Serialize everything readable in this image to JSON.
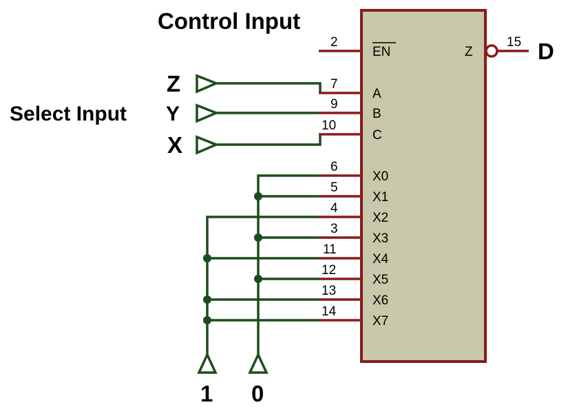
{
  "labels": {
    "control_input": "Control Input",
    "select_input": "Select Input",
    "output": "D",
    "const_high": "1",
    "const_low": "0"
  },
  "select_lines": [
    {
      "name": "Z",
      "pin": "7",
      "port": "A"
    },
    {
      "name": "Y",
      "pin": "9",
      "port": "B"
    },
    {
      "name": "X",
      "pin": "10",
      "port": "C"
    }
  ],
  "enable": {
    "pin": "2",
    "port": "EN"
  },
  "output_pin": {
    "pin": "15",
    "port": "Z"
  },
  "data_inputs": [
    {
      "pin": "6",
      "port": "X0"
    },
    {
      "pin": "5",
      "port": "X1"
    },
    {
      "pin": "4",
      "port": "X2"
    },
    {
      "pin": "3",
      "port": "X3"
    },
    {
      "pin": "11",
      "port": "X4"
    },
    {
      "pin": "12",
      "port": "X5"
    },
    {
      "pin": "13",
      "port": "X6"
    },
    {
      "pin": "14",
      "port": "X7"
    }
  ],
  "colors": {
    "wire": "#1b4d1b",
    "pin_lead": "#8b1a1a",
    "chip_fill": "#c8c8aa",
    "chip_border": "#8b1a1a"
  }
}
